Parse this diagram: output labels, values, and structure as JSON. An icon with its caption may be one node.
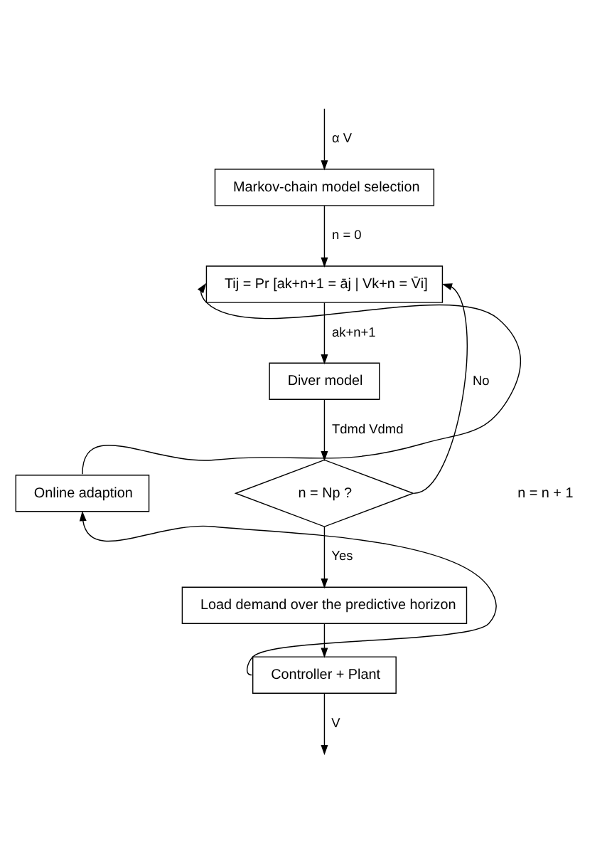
{
  "diagram": {
    "nodes": [
      {
        "text": [
          "Markov-chain model selection"
        ]
      },
      {
        "text": [
          "Tij = Pr [ak+n+1 = āj | Vk+n = V̄i]"
        ]
      },
      {
        "text": [
          "Diver model"
        ]
      },
      {
        "text": [
          "n = Np ?"
        ]
      },
      {
        "text": [
          "Load demand over the predictive horizon"
        ]
      },
      {
        "text": [
          "Controller + Plant"
        ]
      },
      {
        "text": [
          "Online adaption"
        ]
      }
    ],
    "edges": [
      {
        "from": null,
        "to": 0,
        "arrow": "to",
        "label": "α V"
      },
      {
        "from": 0,
        "to": 1,
        "arrow": "to",
        "label": "n = 0"
      },
      {
        "from": 1,
        "to": 2,
        "arrow": "to",
        "label": "ak+n+1"
      },
      {
        "from": 2,
        "to": 3,
        "arrow": "to",
        "label": "Tdmd Vdmd"
      },
      {
        "from": 3,
        "to": 4,
        "arrow": "to",
        "label": "Yes"
      },
      {
        "from": 3,
        "to": 1,
        "arrow": "to",
        "label": "No"
      },
      {
        "from": 4,
        "to": 5,
        "arrow": "to"
      },
      {
        "from": 5,
        "to": null,
        "arrow": "to",
        "label": "V"
      },
      {
        "from": 5,
        "to": 6,
        "arrow": "to"
      },
      {
        "from": 6,
        "to": 1,
        "arrow": "to"
      }
    ],
    "labels": [
      "n = n + 1"
    ]
  }
}
